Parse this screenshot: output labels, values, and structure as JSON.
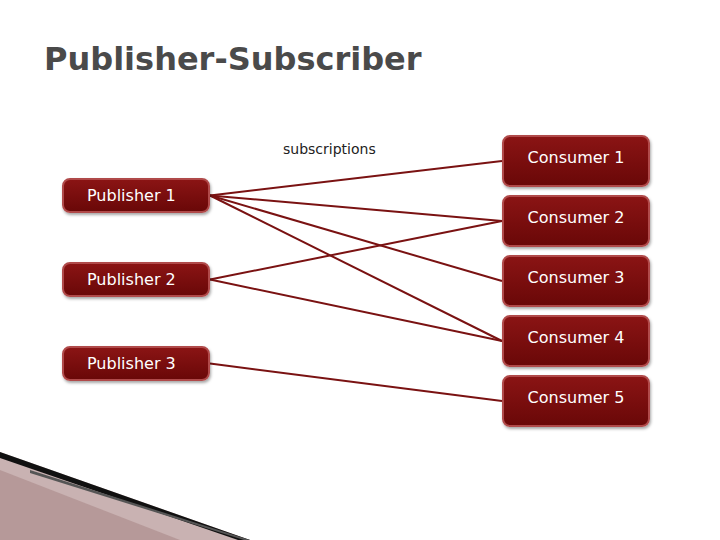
{
  "diagram": {
    "title": "Publisher-Subscriber",
    "nodes": [
      {
        "text": [
          "Publisher 1"
        ]
      },
      {
        "text": [
          "Publisher 2"
        ]
      },
      {
        "text": [
          "Publisher 3"
        ]
      },
      {
        "text": [
          "Consumer 1"
        ]
      },
      {
        "text": [
          "Consumer 2"
        ]
      },
      {
        "text": [
          "Consumer 3"
        ]
      },
      {
        "text": [
          "Consumer 4"
        ]
      },
      {
        "text": [
          "Consumer 5"
        ]
      }
    ],
    "edges": [
      {
        "from": 0,
        "to": 3,
        "arrow": "none"
      },
      {
        "from": 0,
        "to": 4,
        "arrow": "none"
      },
      {
        "from": 0,
        "to": 5,
        "arrow": "none"
      },
      {
        "from": 0,
        "to": 6,
        "arrow": "none"
      },
      {
        "from": 1,
        "to": 4,
        "arrow": "none"
      },
      {
        "from": 1,
        "to": 6,
        "arrow": "none"
      },
      {
        "from": 2,
        "to": 7,
        "arrow": "none"
      }
    ],
    "labels": [
      "subscriptions"
    ]
  }
}
